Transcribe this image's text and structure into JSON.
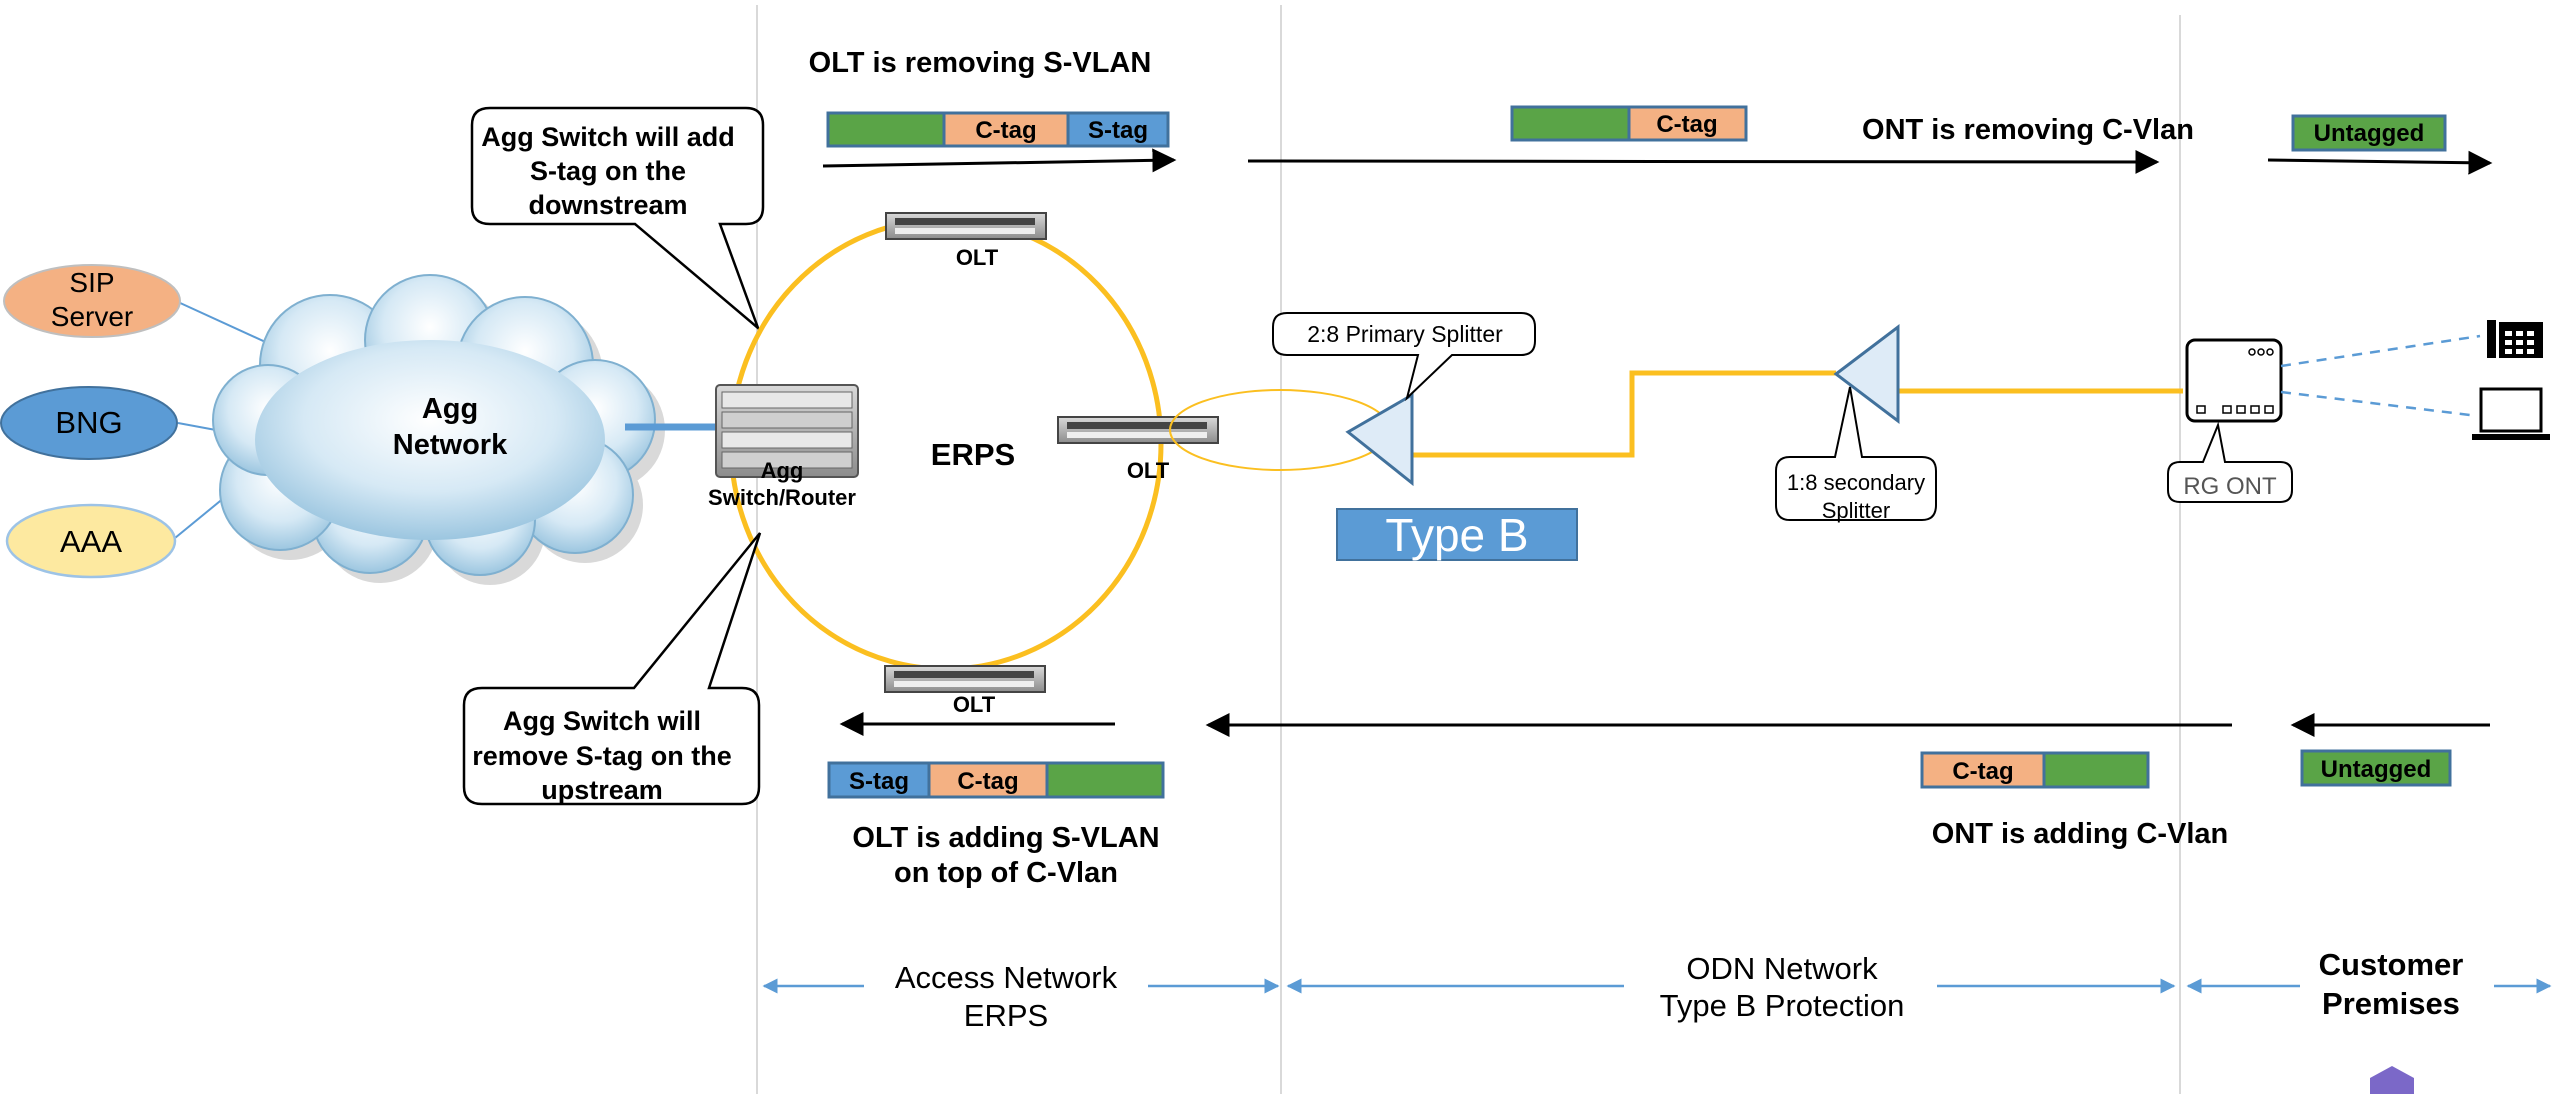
{
  "headings": {
    "olt_removing": "OLT is removing S-VLAN",
    "ont_removing": "ONT is removing C-Vlan",
    "olt_adding_1": "OLT is adding S-VLAN",
    "olt_adding_2": "on top of C-Vlan",
    "ont_adding": "ONT is adding C-Vlan"
  },
  "tags": {
    "c_tag": "C-tag",
    "s_tag": "S-tag",
    "untagged": "Untagged"
  },
  "callouts": {
    "downstream": [
      "Agg Switch will add",
      "S-tag on the",
      "downstream"
    ],
    "upstream": [
      "Agg Switch will",
      "remove S-tag on the",
      "upstream"
    ],
    "primary_splitter": "2:8 Primary Splitter",
    "secondary_splitter": [
      "1:8 secondary",
      "Splitter"
    ],
    "rg_ont": "RG ONT"
  },
  "nodes": {
    "sip_server": [
      "SIP",
      "Server"
    ],
    "bng": "BNG",
    "aaa": "AAA",
    "agg_network": [
      "Agg",
      "Network"
    ],
    "agg_switch": [
      "Agg",
      "Switch/Router"
    ],
    "olt": "OLT",
    "erps": "ERPS",
    "type_b": "Type B"
  },
  "sections": {
    "access": [
      "Access Network",
      "ERPS"
    ],
    "odn": [
      "ODN Network",
      "Type B Protection"
    ],
    "customer": [
      "Customer",
      "Premises"
    ]
  },
  "colors": {
    "green": "#5aa447",
    "orange": "#f4b183",
    "blue": "#5b9bd5",
    "ring": "#fbbf20",
    "sip": "#f4b183",
    "bng": "#5b9bd5",
    "aaa": "#fde9a0"
  }
}
